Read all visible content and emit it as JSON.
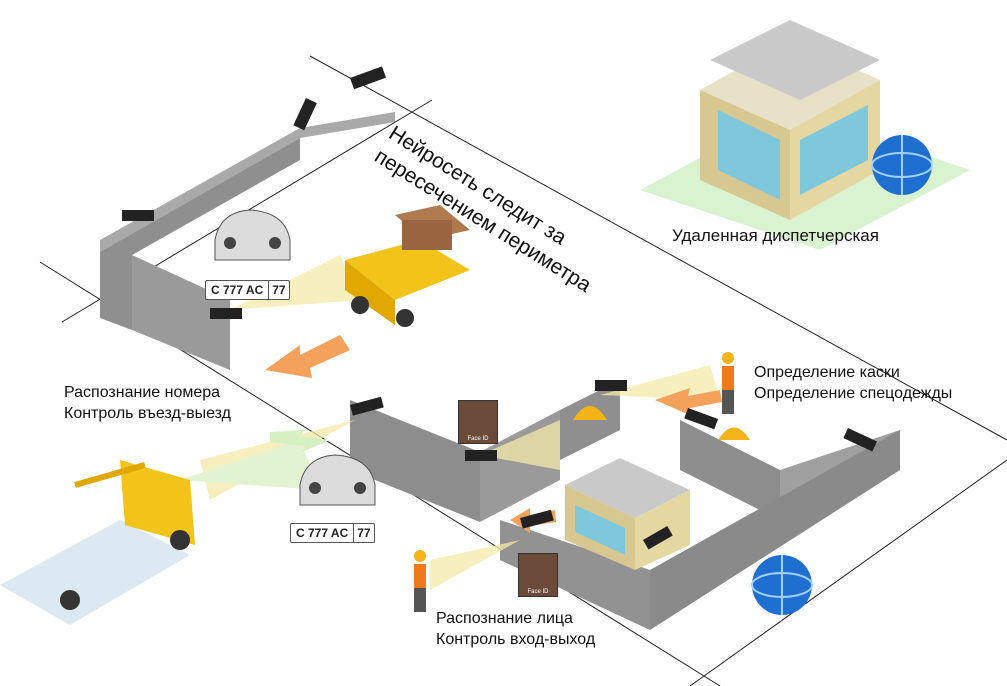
{
  "labels": {
    "perimeter": [
      "Нейросеть следит за",
      "пересечением периметра"
    ],
    "remote_dispatch": "Удаленная диспетчерская",
    "plate_recognition": [
      "Распознание номера",
      "Контроль въезд-выезд"
    ],
    "ppe_detection": [
      "Определение каски",
      "Определение спецодежды"
    ],
    "face_recognition": [
      "Распознание лица",
      "Контроль вход-выход"
    ]
  },
  "plates": [
    {
      "number": "C 777 AC",
      "region": "77"
    },
    {
      "number": "C 777 AC",
      "region": "77"
    }
  ],
  "face_badges": [
    "Face ID",
    "Face ID"
  ],
  "colors": {
    "wall": "#8f8f8f",
    "wall_top": "#b9b9b9",
    "camera_beam": "#f5e9a8",
    "camera_beam_green": "#d7f0c2",
    "arrow": "#f4a15c",
    "truck_yellow": "#f2c318",
    "helmet": "#f4b316",
    "globe": "#1f6fd0",
    "ground_green": "#d9f2d0"
  }
}
